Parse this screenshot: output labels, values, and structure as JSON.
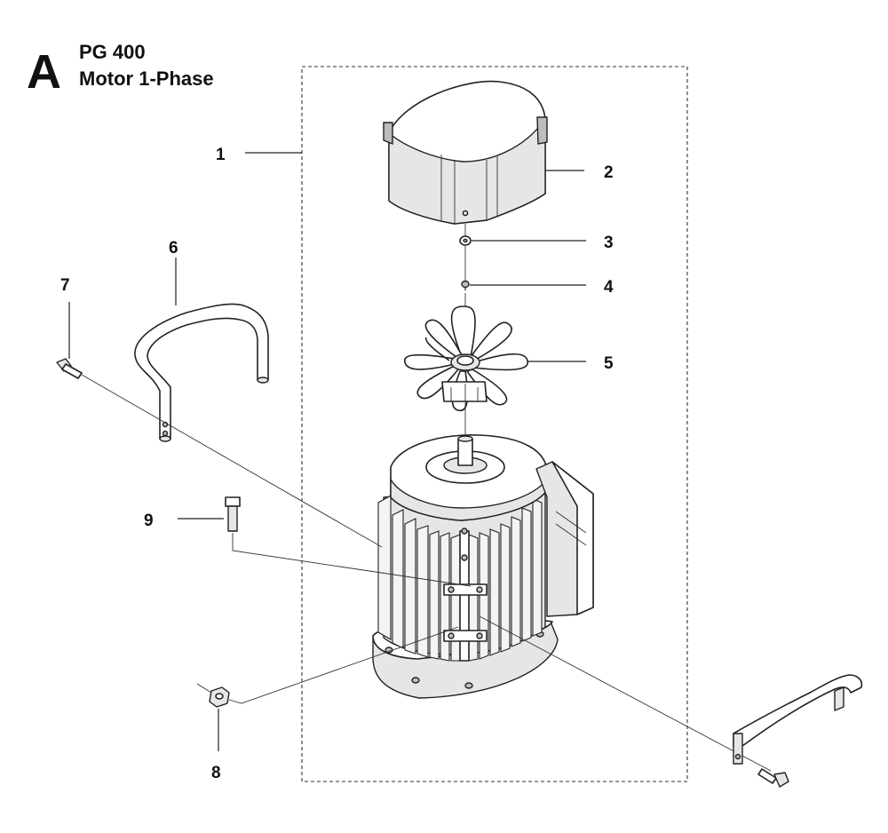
{
  "header": {
    "section_letter": "A",
    "model": "PG 400",
    "title": "Motor 1-Phase"
  },
  "callouts": [
    {
      "id": "1",
      "part": "motor-assembly"
    },
    {
      "id": "2",
      "part": "fan-cover"
    },
    {
      "id": "3",
      "part": "washer"
    },
    {
      "id": "4",
      "part": "screw"
    },
    {
      "id": "5",
      "part": "fan"
    },
    {
      "id": "6",
      "part": "handle-bar"
    },
    {
      "id": "7",
      "part": "handle-bolt"
    },
    {
      "id": "8",
      "part": "nut"
    },
    {
      "id": "9",
      "part": "bolt"
    }
  ]
}
